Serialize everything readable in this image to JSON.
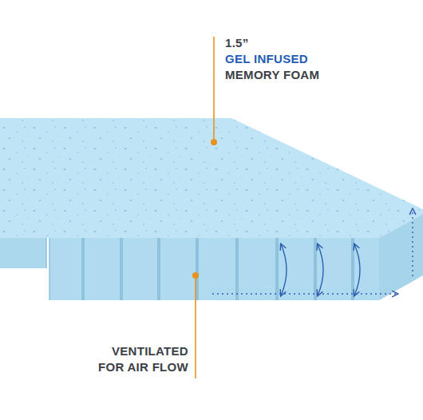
{
  "diagram": {
    "labels": [
      "1.5”",
      "GEL INFUSED",
      "MEMORY FOAM",
      "VENTILATED FOR AIR FLOW"
    ]
  }
}
